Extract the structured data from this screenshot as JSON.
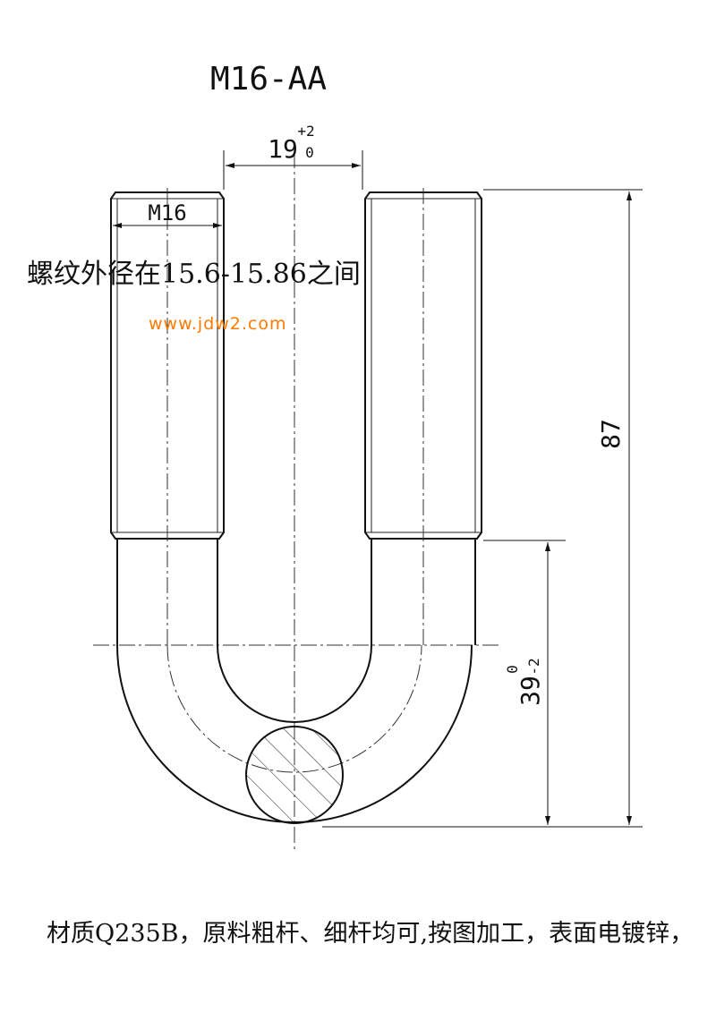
{
  "title": "M16-AA",
  "dimensions": {
    "gap_base": "19",
    "gap_tol_upper": "+2",
    "gap_tol_lower": "0",
    "thread_label": "M16",
    "overall_height": "87",
    "bend_base": "39",
    "bend_tol_upper": "0",
    "bend_tol_lower": "-2"
  },
  "note_thread": "螺纹外径在15.6-15.86之间",
  "watermark": "www.jdw2.com",
  "footer_note": "材质Q235B，原料粗杆、细杆均可,按图加工，表面电镀锌，",
  "colors": {
    "watermark": "#ff7a00",
    "line": "#111111"
  }
}
